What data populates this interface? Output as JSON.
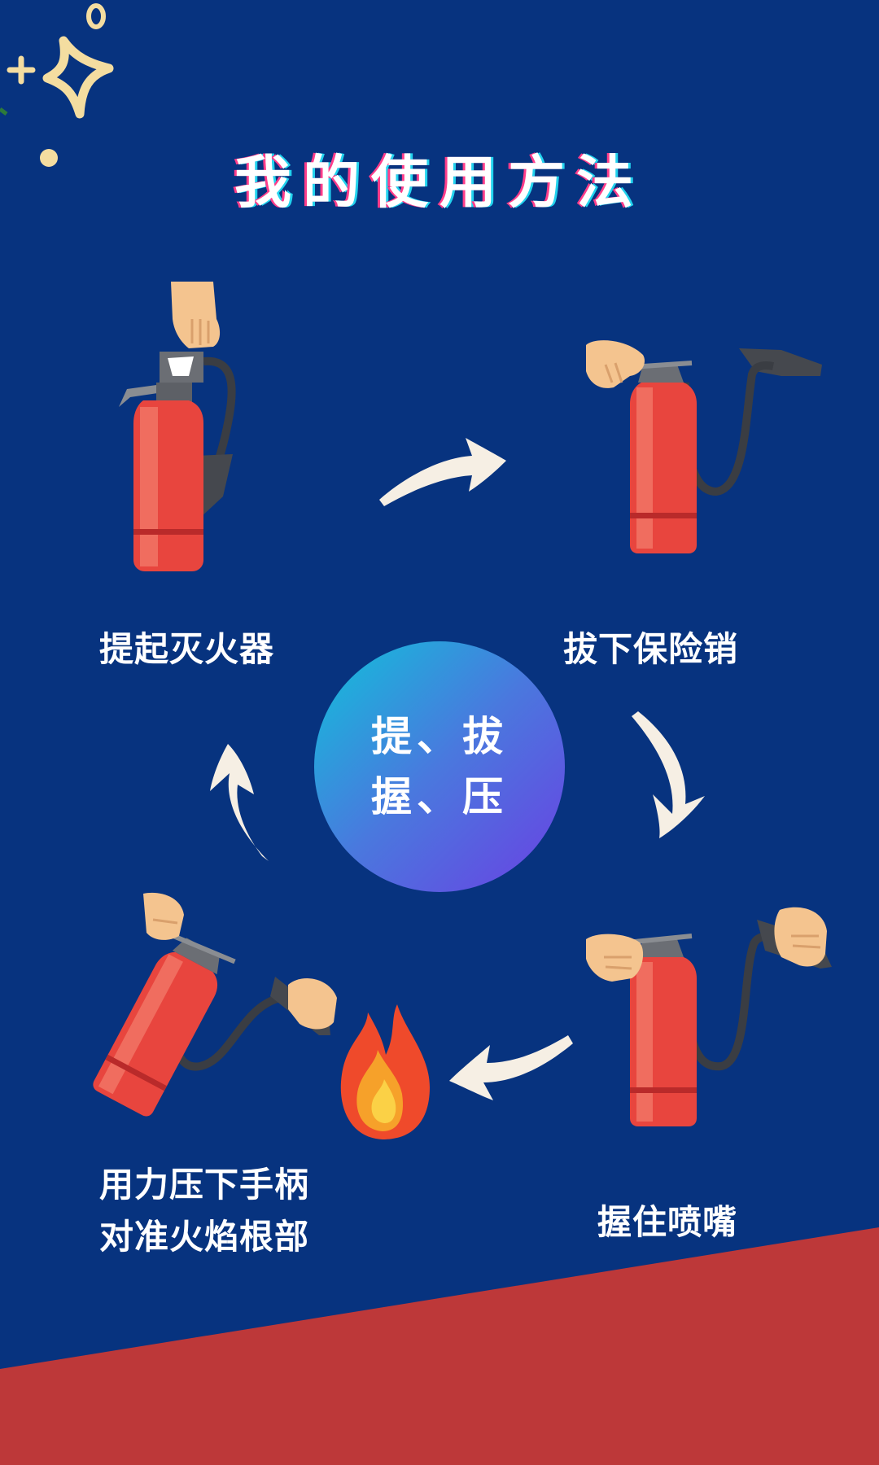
{
  "title": "我的使用方法",
  "steps": {
    "lift": "提起灭火器",
    "pull": "拔下保险销",
    "grip": "握住喷嘴",
    "press_line1": "用力压下手柄",
    "press_line2": "对准火焰根部"
  },
  "center": {
    "line1": "提、拔",
    "line2": "握、压"
  },
  "colors": {
    "background": "#07337f",
    "footer_band": "#bd3839",
    "arrow": "#f6efe4",
    "sparkle": "#f4dda0",
    "extinguisher": "#e8453e",
    "circle_gradient": [
      "#10c1da",
      "#6a40e3"
    ]
  },
  "icons": [
    "sparkle-icon",
    "extinguisher-lift-icon",
    "extinguisher-pull-pin-icon",
    "extinguisher-grip-nozzle-icon",
    "extinguisher-spray-icon",
    "fire-icon",
    "arrow-right-icon",
    "arrow-down-icon",
    "arrow-left-icon",
    "arrow-up-icon"
  ]
}
